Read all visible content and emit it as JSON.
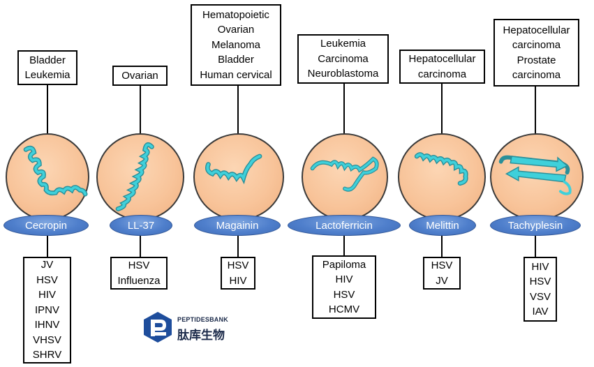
{
  "peptides": [
    {
      "name": "Cecropin",
      "cancers": [
        "Bladder",
        "Leukemia"
      ],
      "viruses": [
        "JV",
        "HSV",
        "HIV",
        "IPNV",
        "IHNV",
        "VHSV",
        "SHRV"
      ]
    },
    {
      "name": "LL-37",
      "cancers": [
        "Ovarian"
      ],
      "viruses": [
        "HSV",
        "Influenza"
      ]
    },
    {
      "name": "Magainin",
      "cancers": [
        "Hematopoietic",
        "Ovarian",
        "Melanoma",
        "Bladder",
        "Human cervical"
      ],
      "viruses": [
        "HSV",
        "HIV"
      ]
    },
    {
      "name": "Lactoferricin",
      "cancers": [
        "Leukemia",
        "Carcinoma",
        "Neuroblastoma"
      ],
      "viruses": [
        "Papiloma",
        "HIV",
        "HSV",
        "HCMV"
      ]
    },
    {
      "name": "Melittin",
      "cancers": [
        "Hepatocellular",
        "carcinoma"
      ],
      "viruses": [
        "HSV",
        "JV"
      ]
    },
    {
      "name": "Tachyplesin",
      "cancers": [
        "Hepatocellular",
        "carcinoma",
        "Prostate",
        "carcinoma"
      ],
      "viruses": [
        "HIV",
        "HSV",
        "VSV",
        "IAV"
      ]
    }
  ],
  "logo": {
    "en": "PEPTIDESBANK",
    "cn": "肽库生物",
    "icon": "peptidesbank-logo-icon"
  },
  "colors": {
    "circle_fill": "#f8c49a",
    "pill_fill": "#4f7fcc",
    "helix": "#35c4cf"
  }
}
